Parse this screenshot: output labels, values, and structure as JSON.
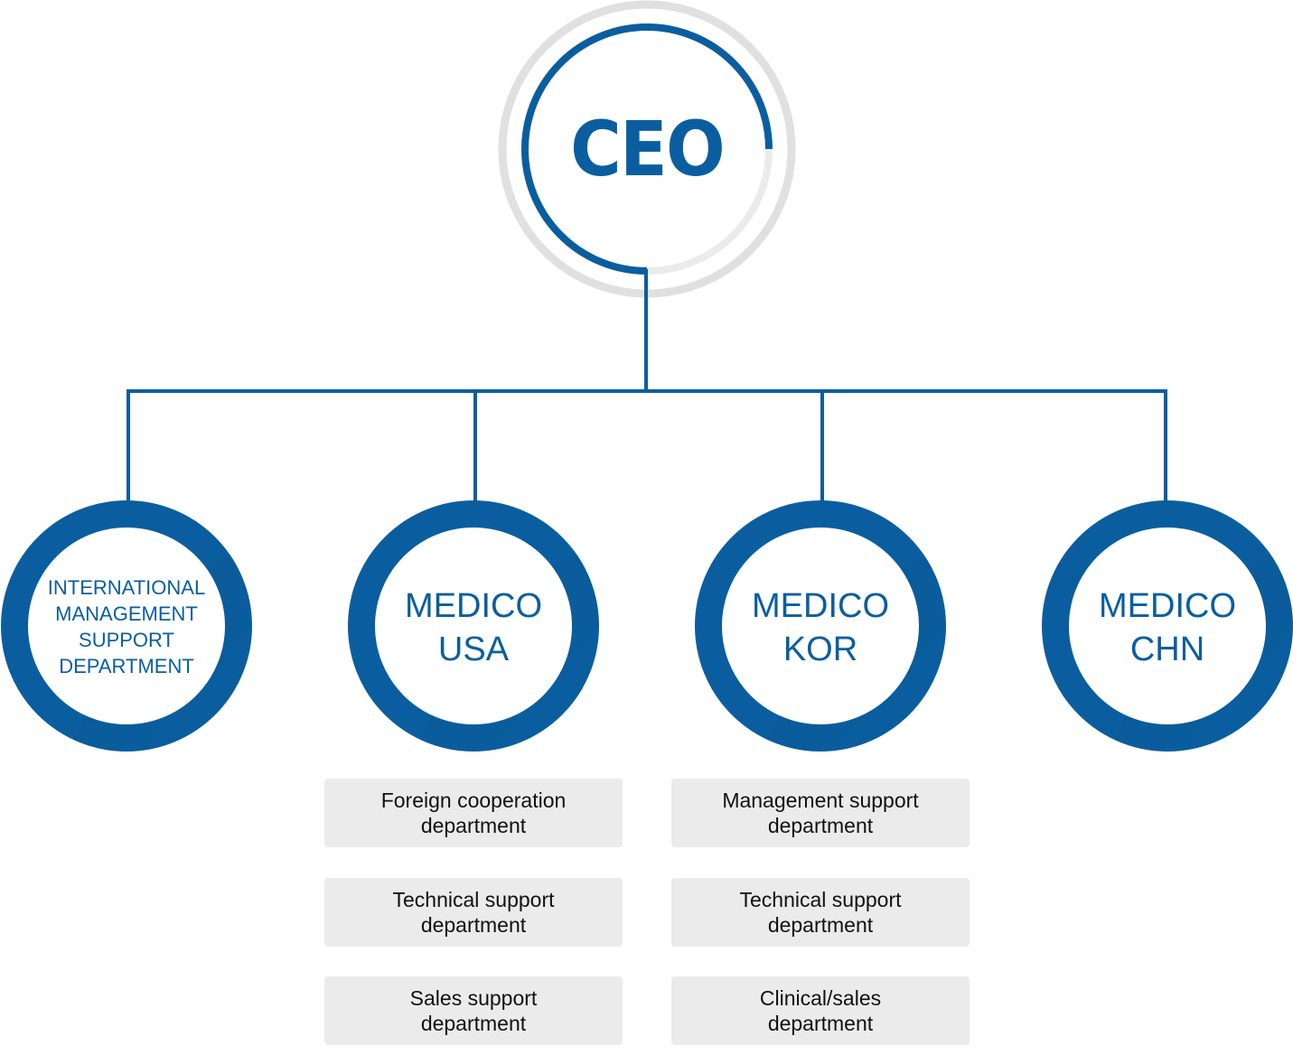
{
  "colors": {
    "primary_blue": "#0a5e9f",
    "ring_grey_outer": "#e0e0e0",
    "ring_grey_inner": "#ebebeb",
    "dept_box_bg": "#ebebeb",
    "dept_text": "#111111"
  },
  "ceo": {
    "label": "CEO"
  },
  "divisions": [
    {
      "id": "intl-mgmt",
      "label_lines": [
        "INTERNATIONAL",
        "MANAGEMENT",
        "SUPPORT",
        "DEPARTMENT"
      ]
    },
    {
      "id": "medico-usa",
      "label_lines": [
        "MEDICO",
        "USA"
      ]
    },
    {
      "id": "medico-kor",
      "label_lines": [
        "MEDICO",
        "KOR"
      ]
    },
    {
      "id": "medico-chn",
      "label_lines": [
        "MEDICO",
        "CHN"
      ]
    }
  ],
  "departments": {
    "medico_usa": [
      {
        "label": "Foreign cooperation\ndepartment"
      },
      {
        "label": "Technical support\ndepartment"
      },
      {
        "label": "Sales support\ndepartment"
      }
    ],
    "medico_kor": [
      {
        "label": "Management support\ndepartment"
      },
      {
        "label": "Technical support\ndepartment"
      },
      {
        "label": "Clinical/sales\ndepartment"
      }
    ]
  }
}
